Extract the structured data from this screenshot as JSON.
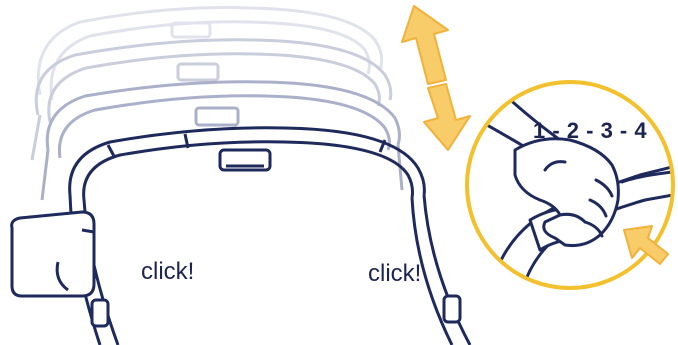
{
  "labels": {
    "click_left": "click!",
    "click_right": "click!",
    "steps": "1 - 2 - 3 - 4"
  },
  "colors": {
    "outline": "#1f2a5c",
    "arrow_fill": "#f9cc6a",
    "arrow_stroke": "#f0b23a",
    "circle": "#f3c12d",
    "ghost": "#c8ccdc",
    "background": "#ffffff"
  },
  "icons": {
    "adjust_arrow": "double-arrow-icon",
    "push_arrow": "arrow-icon"
  },
  "positions_count": 4
}
